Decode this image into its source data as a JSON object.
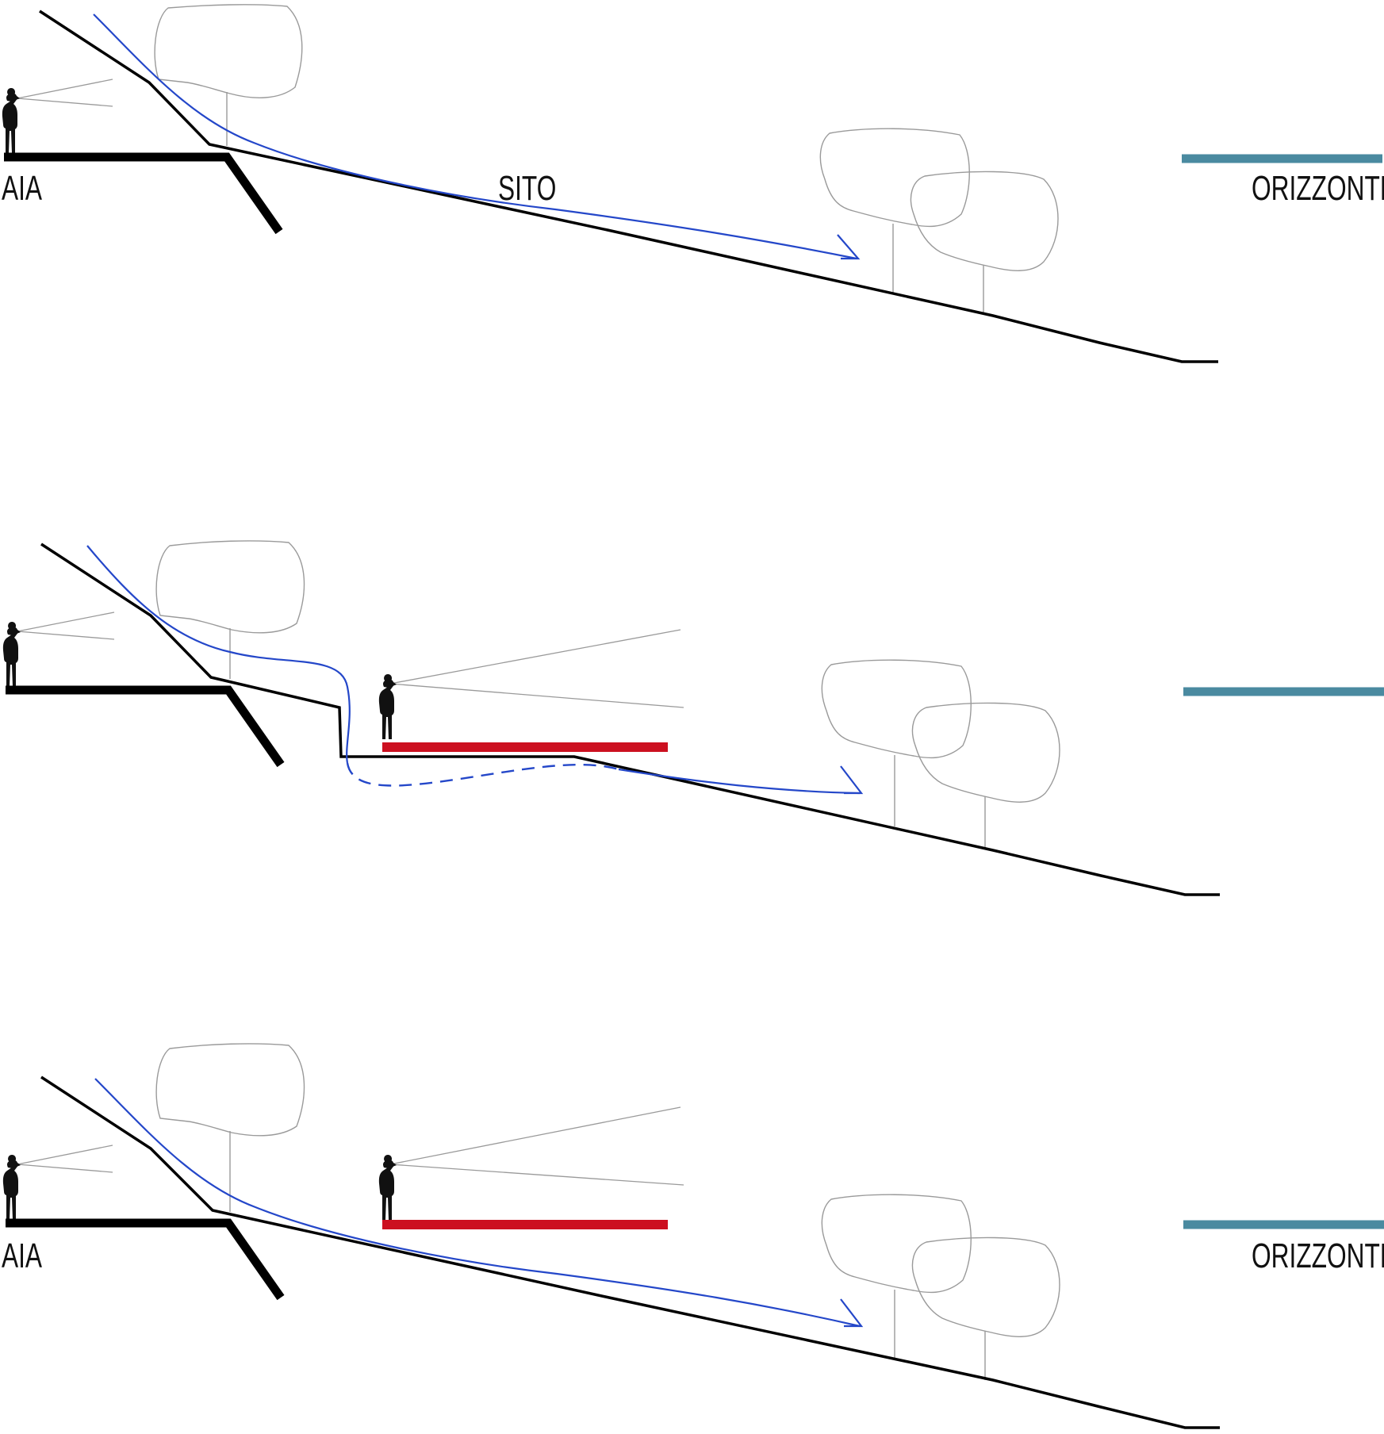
{
  "labels": {
    "aia": "AIA",
    "sito": "SITO",
    "orizzonte": "ORIZZONTE"
  },
  "colors": {
    "ground": "#000000",
    "flow": "#2447c9",
    "horizon": "#4a8aa0",
    "platform": "#cc1020",
    "tree": "#9a9a9a",
    "sight_lines": "#9a9a9a",
    "person": "#111111"
  },
  "panels": [
    {
      "id": "panel-1",
      "show_aia_label": true,
      "show_sito_label": true,
      "show_orizzonte_label": true,
      "has_platform": false,
      "platform_viewer": false,
      "excavation": false
    },
    {
      "id": "panel-2",
      "show_aia_label": false,
      "show_sito_label": false,
      "show_orizzonte_label": false,
      "has_platform": true,
      "platform_viewer": true,
      "excavation": true
    },
    {
      "id": "panel-3",
      "show_aia_label": true,
      "show_sito_label": false,
      "show_orizzonte_label": true,
      "has_platform": true,
      "platform_viewer": true,
      "excavation": false
    }
  ]
}
